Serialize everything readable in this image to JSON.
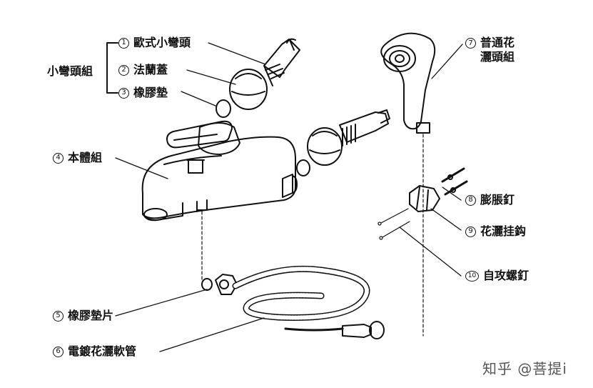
{
  "group_label": "小彎頭組",
  "parts": [
    {
      "num": "1",
      "name": "歐式小彎頭"
    },
    {
      "num": "2",
      "name": "法蘭蓋"
    },
    {
      "num": "3",
      "name": "橡膠墊"
    },
    {
      "num": "4",
      "name": "本體組"
    },
    {
      "num": "5",
      "name": "橡膠墊片"
    },
    {
      "num": "6",
      "name": "電鍍花灑軟管"
    },
    {
      "num": "7",
      "name": "普通花灑頭組",
      "name_line1": "普通花",
      "name_line2": "灑頭組"
    },
    {
      "num": "8",
      "name": "膨脹釘"
    },
    {
      "num": "9",
      "name": "花灑挂鈎"
    },
    {
      "num": "10",
      "name": "自攻螺釘"
    }
  ],
  "watermark": "知乎 @菩提i"
}
